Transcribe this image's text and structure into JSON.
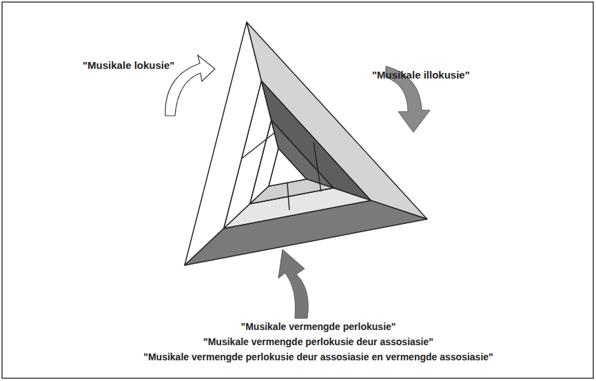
{
  "diagram": {
    "labels": [
      "\"Musikale lokusie\"",
      "\"Musikale illokusie\"",
      "\"Musikale vermengde perlokusie\"",
      "\"Musikale vermengde perlokusie deur assosiasie\"",
      "\"Musikale vermengde perlokusie deur assosiasie en vermengde assosiasie\""
    ]
  }
}
